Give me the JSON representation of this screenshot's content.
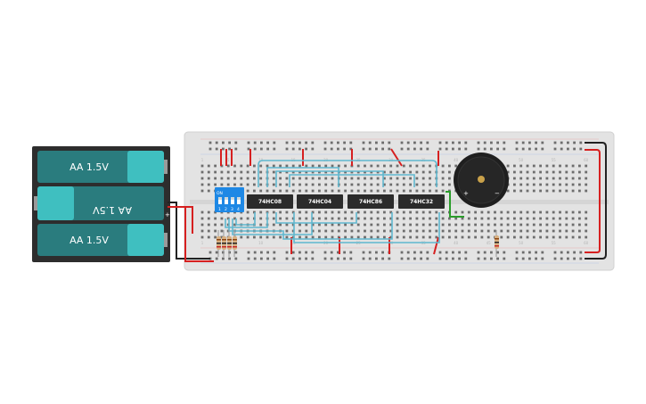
{
  "battery": {
    "cells": [
      "AA 1.5V",
      "AA 1.5V",
      "AA 1.5V"
    ],
    "plus": "+"
  },
  "dip_switch": {
    "on_label": "ON",
    "numbers": [
      "1",
      "2",
      "3",
      "4"
    ]
  },
  "chips": [
    "74HC08",
    "74HC04",
    "74HC86",
    "74HC32"
  ],
  "buzzer": {
    "plus": "+",
    "minus": "−"
  },
  "breadboard": {
    "top_numbers": [
      "1",
      "5",
      "10",
      "15",
      "20",
      "25",
      "30",
      "35",
      "40",
      "45",
      "50",
      "55",
      "60"
    ],
    "bottom_numbers": [
      "1",
      "5",
      "10",
      "15",
      "20",
      "25",
      "30",
      "35",
      "40",
      "45",
      "50",
      "55",
      "60"
    ]
  },
  "colors": {
    "wire_red": "#d62020",
    "wire_black": "#222222",
    "wire_blue": "#5fb8cf",
    "wire_green": "#2a9d2a",
    "battery_teal": "#3fbfc0",
    "switch_blue": "#1e88e5"
  }
}
